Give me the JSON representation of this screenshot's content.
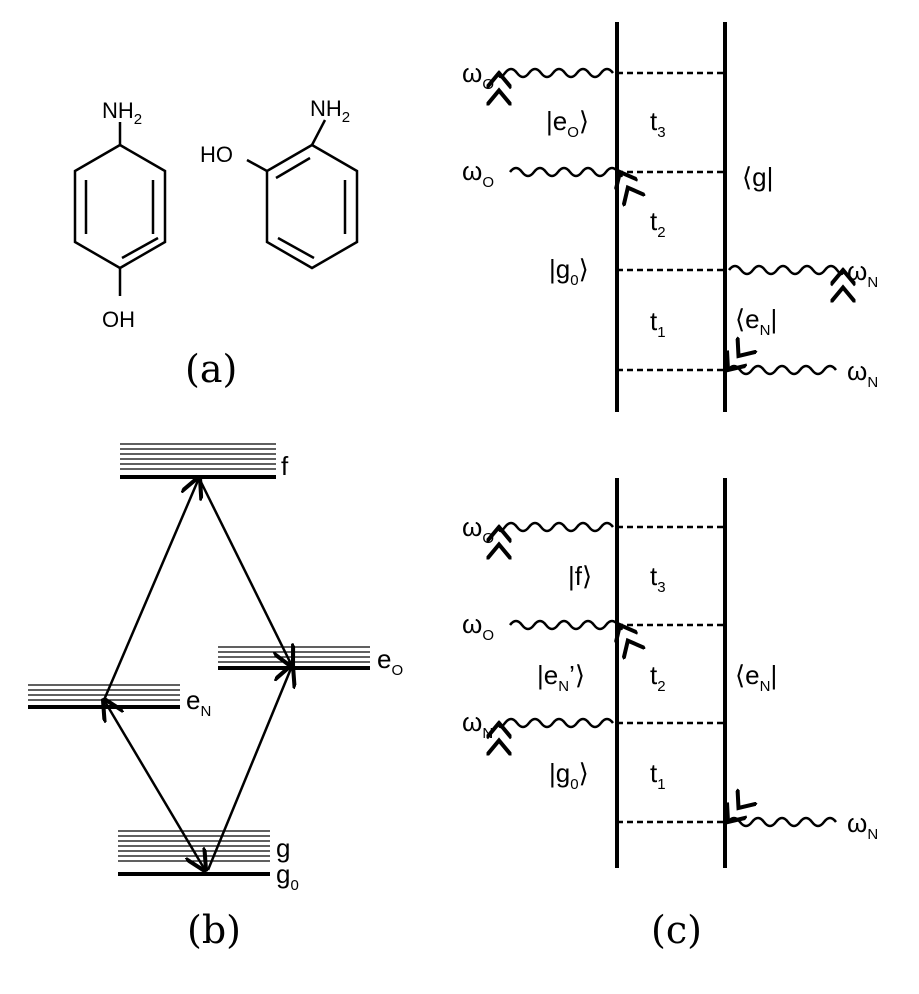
{
  "panels": {
    "a": {
      "label": "(a)"
    },
    "b": {
      "label": "(b)"
    },
    "c": {
      "label": "(c)"
    }
  },
  "molecules": {
    "para": {
      "top": "NH2",
      "bottom": "OH"
    },
    "ortho": {
      "amine": "NH2",
      "hydroxyl": "HO"
    }
  },
  "levels": {
    "f": "f",
    "eN": {
      "main": "e",
      "sub": "N"
    },
    "eO": {
      "main": "e",
      "sub": "O"
    },
    "g": "g",
    "g0": {
      "main": "g",
      "sub": "0"
    }
  },
  "diagram_top": {
    "omegaO_out": {
      "main": "ω",
      "sub": "O"
    },
    "omegaO_in": {
      "main": "ω",
      "sub": "O"
    },
    "omegaN_out": {
      "main": "ω",
      "sub": "N"
    },
    "omegaN_in": {
      "main": "ω",
      "sub": "N"
    },
    "ket_eO": {
      "open": "|e",
      "sub": "O",
      "close": "⟩"
    },
    "ket_g0": {
      "open": "|g",
      "sub": "0",
      "close": "⟩"
    },
    "bra_g": "⟨g|",
    "bra_eN": {
      "open": "⟨e",
      "sub": "N",
      "close": "|"
    },
    "t3": {
      "main": "t",
      "sub": "3"
    },
    "t2": {
      "main": "t",
      "sub": "2"
    },
    "t1": {
      "main": "t",
      "sub": "1"
    }
  },
  "diagram_bottom": {
    "omegaO_out": {
      "main": "ω",
      "sub": "O"
    },
    "omegaO_in": {
      "main": "ω",
      "sub": "O"
    },
    "omegaN_out": {
      "main": "ω",
      "sub": "N"
    },
    "omegaN_in": {
      "main": "ω",
      "sub": "N"
    },
    "ket_f": "|f⟩",
    "ket_eN": {
      "open": "|e",
      "sub": "N",
      "close": "’⟩"
    },
    "ket_g0": {
      "open": "|g",
      "sub": "0",
      "close": "⟩"
    },
    "bra_eN": {
      "open": "⟨e",
      "sub": "N",
      "close": "|"
    },
    "t3": {
      "main": "t",
      "sub": "3"
    },
    "t2": {
      "main": "t",
      "sub": "2"
    },
    "t1": {
      "main": "t",
      "sub": "1"
    }
  }
}
